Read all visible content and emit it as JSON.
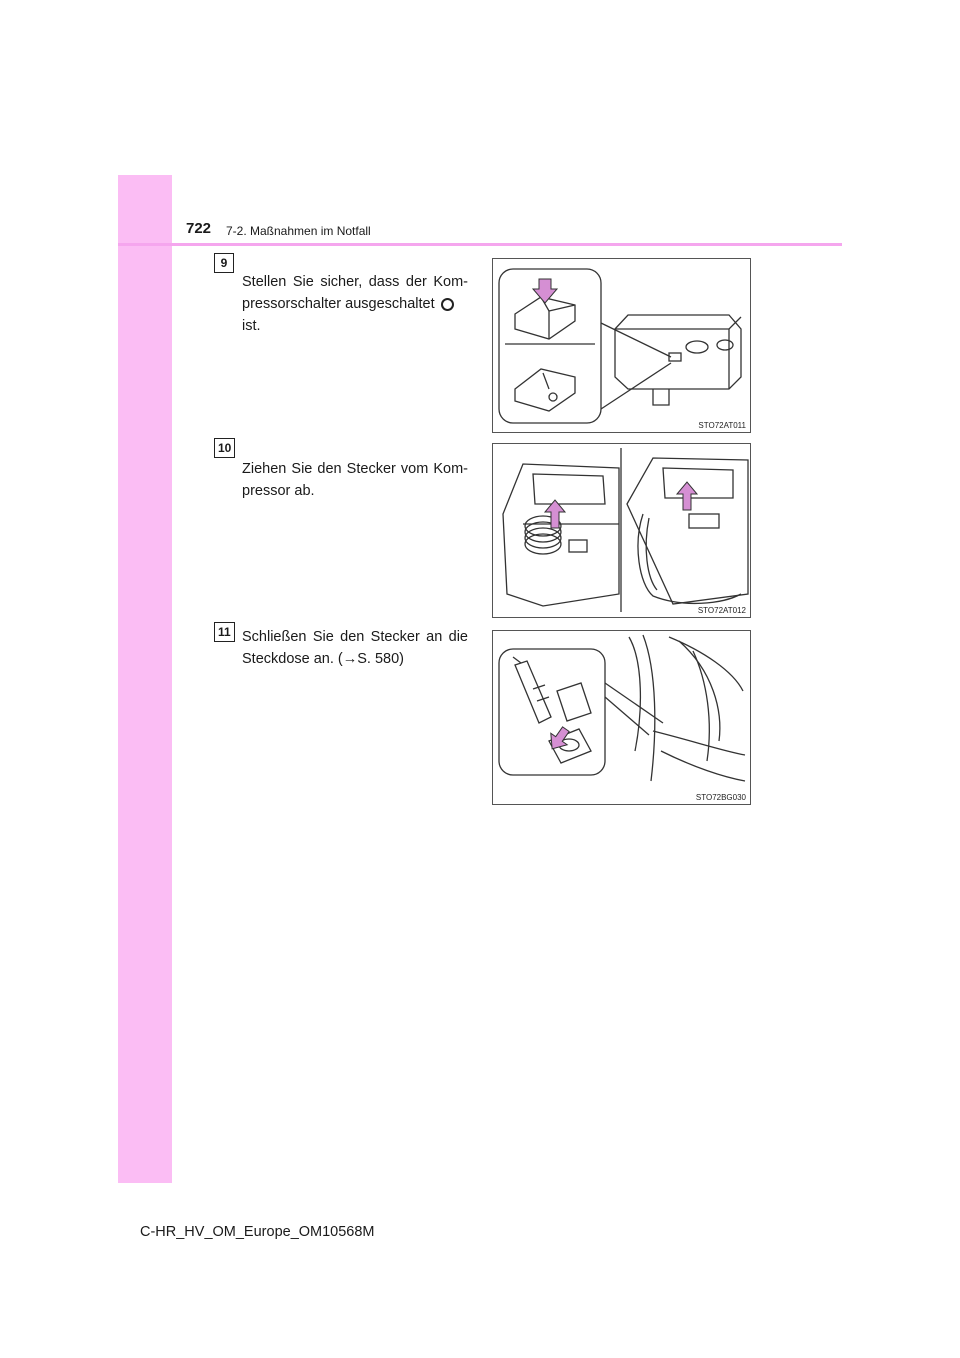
{
  "header": {
    "page_number": "722",
    "section": "7-2. Maßnahmen im Notfall"
  },
  "steps": [
    {
      "number": "9",
      "text": "Stellen Sie sicher, dass der Kom-pressorschalter ausgeschaltet",
      "text_end": "ist.",
      "symbol": "off-switch-symbol",
      "figure_code": "STO72AT011"
    },
    {
      "number": "10",
      "text": "Ziehen Sie den Stecker vom Kom-pressor ab.",
      "figure_code": "STO72AT012"
    },
    {
      "number": "11",
      "text": "Schließen Sie den Stecker an die Steckdose an. (→S. 580)",
      "figure_code": "STO72BG030"
    }
  ],
  "colors": {
    "side_band": "#fbbdf4",
    "header_rule": "#f5a6ee",
    "arrow": "#d58fd3"
  },
  "footer": {
    "doc_id": "C-HR_HV_OM_Europe_OM10568M"
  }
}
